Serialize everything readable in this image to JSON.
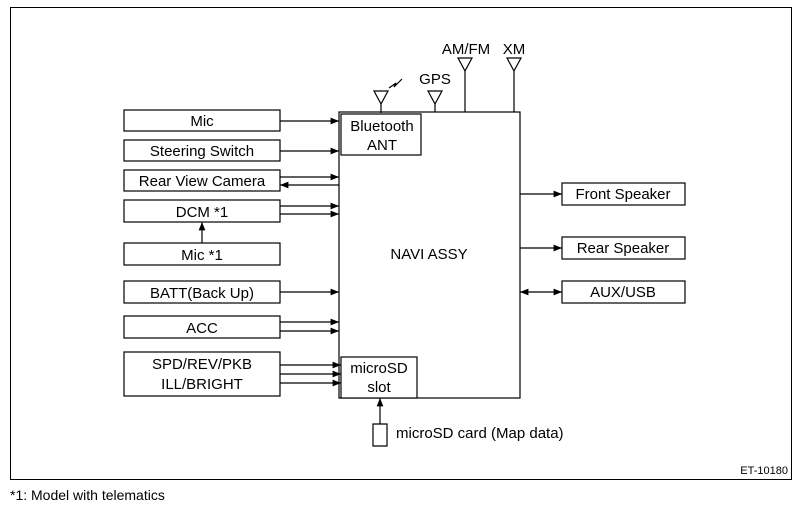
{
  "inputs": {
    "mic": "Mic",
    "steering_switch": "Steering Switch",
    "rear_view_camera": "Rear View Camera",
    "dcm": "DCM *1",
    "mic_telematics": "Mic *1",
    "batt": "BATT(Back Up)",
    "acc": "ACC",
    "spd_line1": "SPD/REV/PKB",
    "spd_line2": "ILL/BRIGHT"
  },
  "navi": {
    "title": "NAVI ASSY",
    "bluetooth_line1": "Bluetooth",
    "bluetooth_line2": "ANT",
    "microsd_line1": "microSD",
    "microsd_line2": "slot"
  },
  "antennas": {
    "gps": "GPS",
    "amfm": "AM/FM",
    "xm": "XM"
  },
  "outputs": {
    "front_speaker": "Front Speaker",
    "rear_speaker": "Rear Speaker",
    "aux_usb": "AUX/USB"
  },
  "microsd_card": "microSD card (Map data)",
  "figure_code": "ET-10180",
  "footnote": "*1: Model with telematics"
}
